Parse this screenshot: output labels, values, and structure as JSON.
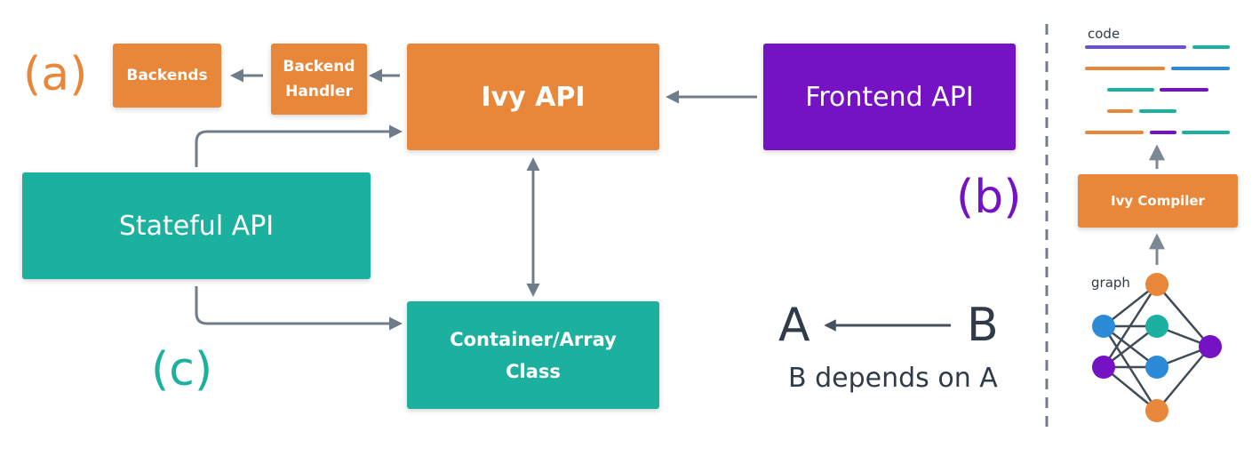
{
  "labels": {
    "a": "(a)",
    "b": "(b)",
    "c": "(c)"
  },
  "boxes": {
    "backends": "Backends",
    "backend_handler": "Backend Handler",
    "ivy_api": "Ivy API",
    "frontend_api": "Frontend API",
    "stateful_api": "Stateful API",
    "container_array": "Container/Array Class",
    "ivy_compiler": "Ivy Compiler"
  },
  "legend": {
    "node_a": "A",
    "node_b": "B",
    "caption": "B depends on A"
  },
  "panel": {
    "code_label": "code",
    "graph_label": "graph"
  },
  "colors": {
    "orange": "#e8863a",
    "purple": "#7512c4",
    "teal": "#1cb09f",
    "blue": "#2d8ad6",
    "arrow": "#6f7d8a",
    "dark": "#2f3b48"
  }
}
